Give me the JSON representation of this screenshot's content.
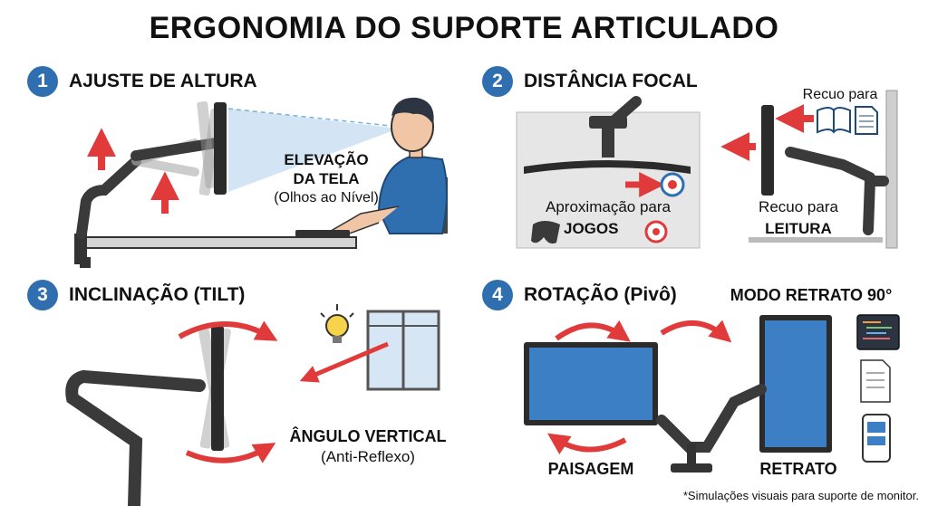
{
  "title": "ERGONOMIA DO SUPORTE ARTICULADO",
  "sections": [
    {
      "number": "1",
      "title": "AJUSTE DE ALTURA",
      "label_main": "ELEVAÇÃO",
      "label_main2": "DA TELA",
      "label_sub": "(Olhos ao Nível)"
    },
    {
      "number": "2",
      "title": "DISTÂNCIA FOCAL",
      "recuo_top": "Recuo para",
      "approx_label": "Aproximação para",
      "jogos": "JOGOS",
      "recuo_leitura_1": "Recuo para",
      "recuo_leitura_2": "LEITURA"
    },
    {
      "number": "3",
      "title": "INCLINAÇÃO (TILT)",
      "label_main": "ÂNGULO VERTICAL",
      "label_sub": "(Anti-Reflexo)"
    },
    {
      "number": "4",
      "title": "ROTAÇÃO (Pivô)",
      "modo_retrato": "MODO RETRATO 90°",
      "paisagem": "PAISAGEM",
      "retrato": "RETRATO"
    }
  ],
  "footnote": "*Simulações visuais para suporte de monitor.",
  "colors": {
    "accent_blue": "#2f6fb0",
    "arrow_red": "#e03a3a",
    "arm_dark": "#3a3a3a"
  },
  "icons": [
    "lightbulb-icon",
    "window-icon",
    "book-icon",
    "document-icon",
    "gamepad-icon",
    "target-icon",
    "person-icon",
    "code-screen-icon",
    "phone-icon"
  ]
}
